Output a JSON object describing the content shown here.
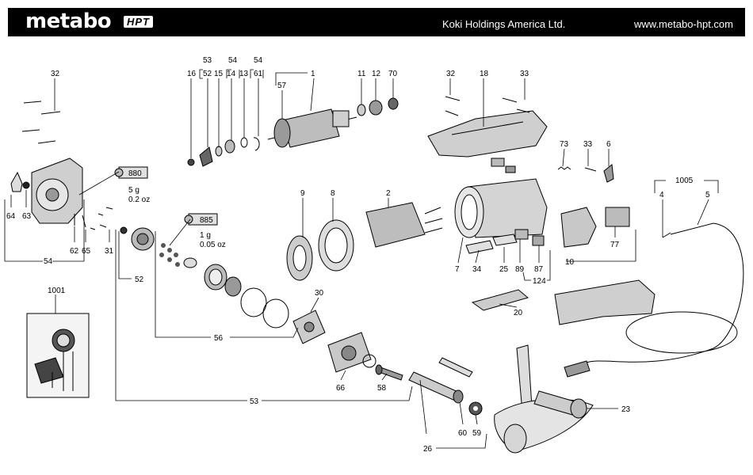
{
  "header": {
    "logo_text": "metabo",
    "logo_badge": "HPT",
    "company": "Koki Holdings America Ltd.",
    "website": "www.metabo-hpt.com"
  },
  "colors": {
    "header_bg": "#000000",
    "text": "#000000",
    "part_fill": "#b5b5b5"
  },
  "labels": {
    "p32a": "32",
    "p16": "16",
    "p53a": "53",
    "p52a": "52",
    "p15": "15",
    "p54a": "54",
    "p14": "14",
    "p13": "13",
    "p54b": "54",
    "p61": "61",
    "p1": "1",
    "p57": "57",
    "p11": "11",
    "p12": "12",
    "p70": "70",
    "p32b": "32",
    "p18": "18",
    "p33a": "33",
    "p73": "73",
    "p33b": "33",
    "p6": "6",
    "p880": "880",
    "p880w": "5 g",
    "p880oz": "0.2 oz",
    "p885": "885",
    "p885w": "1 g",
    "p885oz": "0.05 oz",
    "p9": "9",
    "p8": "8",
    "p2": "2",
    "p1005": "1005",
    "p4": "4",
    "p5": "5",
    "p64": "64",
    "p63": "63",
    "p62": "62",
    "p65": "65",
    "p31": "31",
    "p54c": "54",
    "p52b": "52",
    "p7": "7",
    "p34": "34",
    "p25": "25",
    "p89": "89",
    "p87": "87",
    "p124": "124",
    "p10": "10",
    "p77": "77",
    "p1001": "1001",
    "p30": "30",
    "p56": "56",
    "p20": "20",
    "p66": "66",
    "p58": "58",
    "p53b": "53",
    "p26": "26",
    "p60": "60",
    "p59": "59",
    "p23": "23"
  }
}
